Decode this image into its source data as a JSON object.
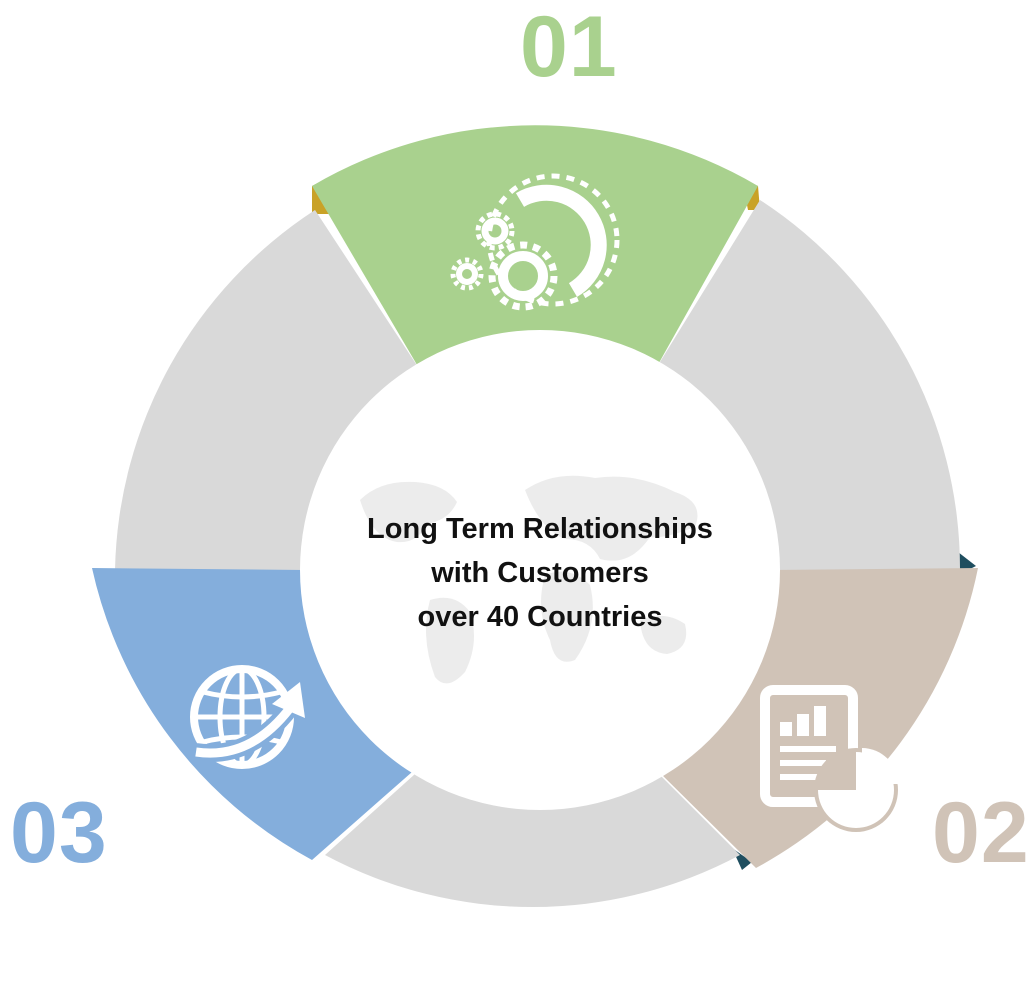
{
  "colors": {
    "step_01": "#a9d18e",
    "step_02": "#d0c3b7",
    "step_03": "#84aedc",
    "neutral_segment": "#d9d9d9",
    "accent_gold": "#c9a227",
    "accent_navy": "#1f4e5f",
    "center_fill": "#ffffff",
    "map_watermark": "#e9e9e9"
  },
  "steps": [
    {
      "number": "01",
      "icon": "gears-icon"
    },
    {
      "number": "02",
      "icon": "report-chart-icon"
    },
    {
      "number": "03",
      "icon": "globe-arrow-icon"
    }
  ],
  "center": {
    "line1": "Long Term Relationships",
    "line2": "with Customers",
    "line3": "over 40 Countries",
    "background_icon": "world-map-icon"
  }
}
